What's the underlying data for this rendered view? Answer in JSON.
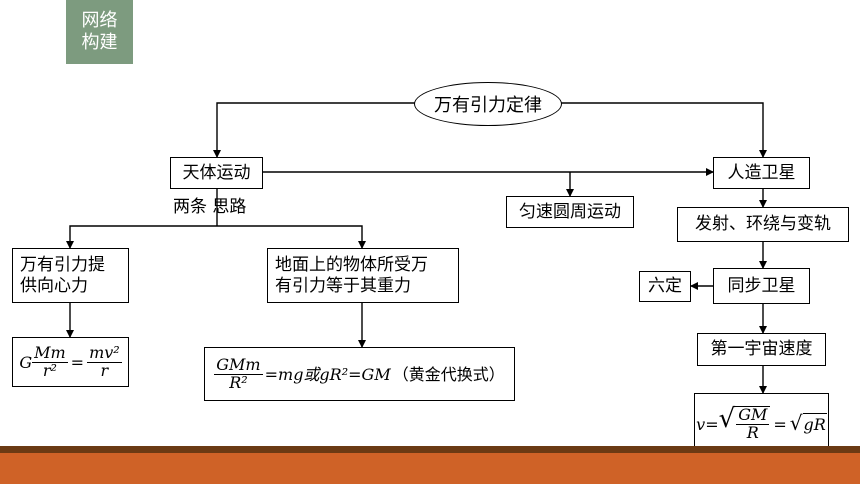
{
  "tag": {
    "line1": "网络",
    "line2": "构建"
  },
  "root": "万有引力定律",
  "left": {
    "title": "天体运动",
    "branch_label": "两条 思路",
    "idea1": [
      "万有引力提",
      "供向心力"
    ],
    "idea2": [
      "地面上的物体所受万",
      "有引力等于其重力"
    ],
    "formula1": {
      "coef": "G",
      "num1": "Mm",
      "den1": "r²",
      "eq": "=",
      "num2": "mv²",
      "den2": "r"
    },
    "formula2": {
      "num": "GMm",
      "den": "R²",
      "rest": "=mg或gR²=GM",
      "note": "（黄金代换式）"
    }
  },
  "middle": {
    "label": "匀速圆周运动"
  },
  "right": {
    "title": "人造卫星",
    "launch": "发射、环绕与变轨",
    "sync": "同步卫星",
    "six": "六定",
    "first_speed": "第一宇宙速度",
    "formula": {
      "lhs": "v=",
      "num": "GM",
      "den": "R",
      "eq": "=",
      "root2": "gR"
    }
  },
  "colors": {
    "tag": "#7d9b7f",
    "bar_dark": "#6b3a14",
    "bar_orange": "#cf6227"
  }
}
